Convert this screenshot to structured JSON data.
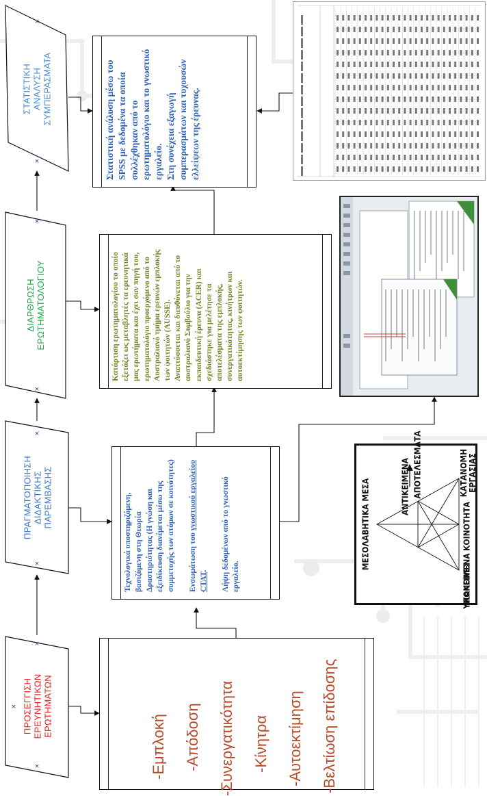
{
  "stages": [
    {
      "id": "research-questions",
      "label": "ΠΡΟΣΕΓΓΙΣΗ ΕΡΕΥΝΗΤΙΚΩΝ ΕΡΩΤΗΜΑΤΩΝ",
      "lines": [
        "ΠΡΟΣΕΓΓΙΣΗ",
        "ΕΡΕΥΝΗΤΙΚΩΝ",
        "ΕΡΩΤΗΜΑΤΩΝ"
      ],
      "color": "#e0201b"
    },
    {
      "id": "intervention",
      "label": "ΠΡΑΓΜΑΤΟΠΟΙΗΣΗ ΔΙΔΑΚΤΙΚΗΣ ΠΑΡΕΜΒΑΣΗΣ",
      "lines": [
        "ΠΡΑΓΜΑΤΟΠΟΙΗΣΗ",
        "ΔΙΔΑΚΤΙΚΗΣ",
        "ΠΑΡΕΜΒΑΣΗΣ"
      ],
      "color": "#3a78c8"
    },
    {
      "id": "questionnaire",
      "label": "ΔΙΑΡΘΡΩΣΗ ΕΡΩΤΗΜΑΤΟΛΟΓΙΟΥ",
      "lines": [
        "ΔΙΑΡΘΡΩΣΗ",
        "ΕΡΩΤΗΜΑΤΟΛΟΓΙΟΥ"
      ],
      "color": "#22a84a"
    },
    {
      "id": "statistics",
      "label": "ΣΤΑΤΙΣΤΙΚΗ ΑΝΑΛΥΣΗ ΣΥΜΠΕΡΑΣΜΑΤΑ",
      "lines": [
        "ΣΤΑΤΙΣΤΙΚΗ",
        "ΑΝΑΛΥΣΗ",
        "ΣΥΜΠΕΡΑΣΜΑΤΑ"
      ],
      "color": "#4a8bd6"
    }
  ],
  "boxes": {
    "variables": {
      "color": "#b84a2a",
      "items": [
        "-Εμπλοκή",
        "-Απόδοση",
        "-Συνεργατικότητα",
        "-Κίνητρα",
        "-Αυτοεκτίμηση",
        "-Βελτίωση επίδοσης"
      ]
    },
    "intervention": {
      "color": "#2f63b5",
      "p1": "Τεχνολογικά υποστηριζόμενη, βασιζόμενη στη Θεωρία Δραστηριότητας (Η γνώση και εξειδίκευση διανέμεται μέσω της συμμετοχής των ατόμων σε κοινότητες)",
      "p2_before": "Ενσωμάτωση του ",
      "p2_link": "γνωστικού εργαλείου CTAT",
      "p2_after": ".",
      "p3": "Λήψη δεδομένων από το γνωστικό εργαλείο."
    },
    "questionnaire": {
      "color": "#6f8a2a",
      "p1": "Κατάρτιση ερωτηματολογίου το οποίο εξετάζει ως μεταβλητές τα ερευνητικά μας ερωτήματα και έχει σαν πηγή του, ερωτηματολόγιο προερχόμενο από το Αυστραλιανό τμήμα ερευνών εμπλοκής των φοιτητών (AUSSE).",
      "p2": "Αναπτύσσεται και διευθύνεται από το αυστραλιανό Συμβούλιο για την εκπαιδευτική έρευνα (ACER) και σχεδιάστηκε για μελέτησε τα αποτελέσματα της εμπλοκής, συνεργατικότητας, κινήτρων και αυτοεκτίμησης των φοιτητών."
    },
    "statistics": {
      "color": "#2f63b5",
      "p1": "Στατιστική ανάλυση μέσω του SPSS με δεδομένα τα οποία συλλέχθηκαν από το ερωτηματολόγιο και το γνωστικό εργαλείο.",
      "p2": "Στη συνέχεια εξαγωγή συμπερασμάτων και τυχουσών ελλείψεων της έρευνας."
    }
  },
  "activity_triangle": {
    "labels": {
      "tools": "ΜΕΣΟΛΑΒΗΤΙΚΑ ΜΕΣΑ",
      "subjects": "ΥΠΟΚΕΙΜΕΝΑ",
      "objects": "ΑΝΤΙΚΕΙΜΕΝΑ",
      "outcomes": "ΑΠΟΤΕΛΕΣΜΑΤΑ",
      "rules": "ΚΑΝΟΝΕΣ",
      "community": "ΚΟΙΝΟΤΗΤΑ",
      "division": "ΚΑΤΑΝΟΜΗ ΕΡΓΑΣΙΑΣ"
    }
  },
  "colors": {
    "line": "#111111",
    "marker": "#2a3a9a"
  }
}
